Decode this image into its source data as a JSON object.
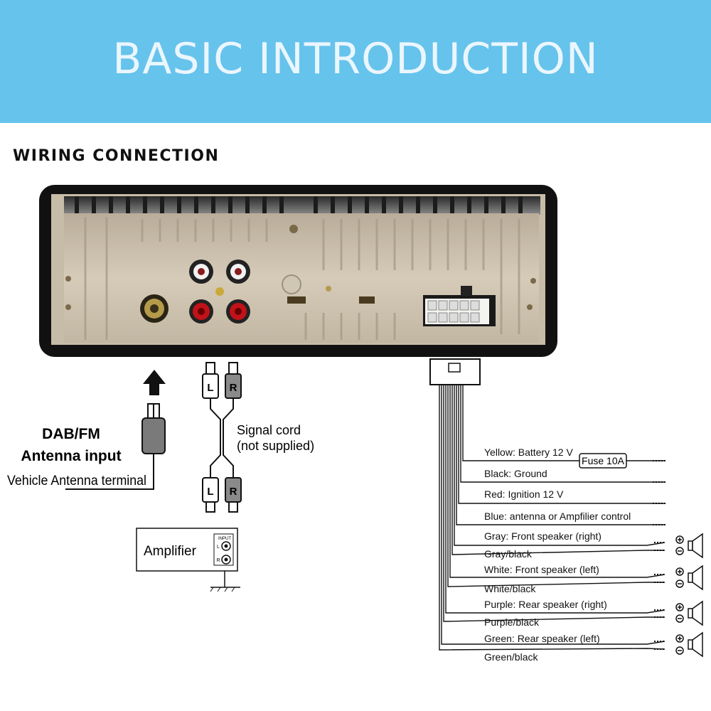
{
  "banner": {
    "title": "BASIC INTRODUCTION"
  },
  "section": {
    "heading": "WIRING CONNECTION"
  },
  "antenna": {
    "line1": "DAB/FM",
    "line2": "Antenna input",
    "line3": "Vehicle Antenna terminal"
  },
  "signal_cord": {
    "line1": "Signal cord",
    "line2": "(not supplied)",
    "left_plug": "L",
    "right_plug": "R"
  },
  "amplifier": {
    "label": "Amplifier",
    "input_label": "INPUT",
    "left": "L",
    "right": "R"
  },
  "fuse": {
    "label": "Fuse 10A"
  },
  "wires": [
    "Yellow: Battery 12 V",
    "Black: Ground",
    "Red: Ignition 12 V",
    "Blue: antenna or Ampfilier control",
    "Gray: Front speaker (right)",
    "Gray/black",
    "White: Front speaker (left)",
    "White/black",
    "Purple: Rear speaker (right)",
    "Purple/black",
    "Green: Rear speaker (left)",
    "Green/black"
  ],
  "polarity": {
    "plus": "+",
    "minus": "−"
  }
}
